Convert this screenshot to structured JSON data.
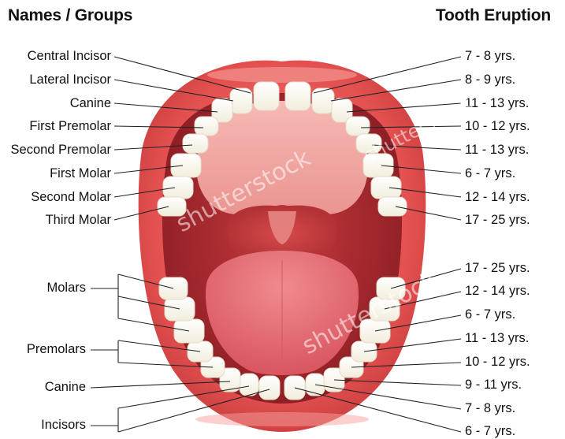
{
  "header": {
    "left_title": "Names / Groups",
    "right_title": "Tooth Eruption"
  },
  "upper": {
    "names": [
      "Central Incisor",
      "Lateral Incisor",
      "Canine",
      "First Premolar",
      "Second Premolar",
      "First Molar",
      "Second Molar",
      "Third Molar"
    ],
    "eruption": [
      "7 - 8  yrs.",
      "8 - 9  yrs.",
      "11 - 13  yrs.",
      "10 - 12  yrs.",
      "11 - 13  yrs.",
      "6 - 7  yrs.",
      "12 - 14  yrs.",
      "17 - 25  yrs."
    ]
  },
  "lower": {
    "groups": [
      "Molars",
      "Premolars",
      "Canine",
      "Incisors"
    ],
    "eruption": [
      "17 - 25  yrs.",
      "12 - 14  yrs.",
      "6 - 7  yrs.",
      "11 - 13  yrs.",
      "10 - 12  yrs.",
      "9 - 11  yrs.",
      "7 - 8  yrs.",
      "6 - 7  yrs."
    ]
  },
  "watermark": "shutterstock",
  "colors": {
    "lips": "#e3504f",
    "lip_highlight": "#f48a86",
    "mouth_inner": "#a2262c",
    "palate": "#f0a6a2",
    "tongue": "#e86e73",
    "teeth": "#fbf8ec",
    "leader_lines": "#222222"
  }
}
